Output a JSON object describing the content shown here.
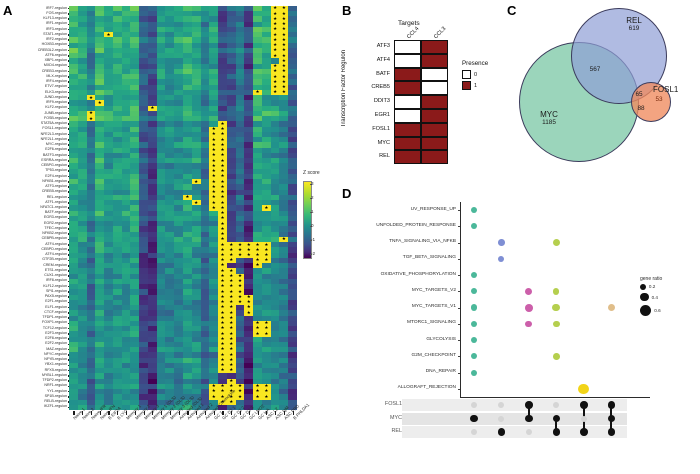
{
  "figure": {
    "panels": [
      "A",
      "B",
      "C",
      "D"
    ]
  },
  "panelA": {
    "letter": "A",
    "row_labels": [
      "IRF7-regulon",
      "FOS-regulon",
      "KLF13-regulon",
      "IRF1-regulon",
      "IRF3-regulon",
      "STAT1-regulon",
      "IRF2-regulon",
      "HOXB3-regulon",
      "CREB3L2-regulon",
      "ATF6-regulon",
      "XBP1-regulon",
      "MXD4-regulon",
      "CREB3-regulon",
      "MLX-regulon",
      "IRF4-regulon",
      "ETV7-regulon",
      "ELK3-regulon",
      "JUND-regulon",
      "IRF9-regulon",
      "KLF2-regulon",
      "JUNB-regulon",
      "FOSB-regulon",
      "STAT5A-regulon",
      "FOSL1-regulon",
      "NFE2L3-regulon",
      "NFE2L1-regulon",
      "MYC-regulon",
      "E2F6-regulon",
      "BATF3-regulon",
      "ESRRA-regulon",
      "CEBPG-regulon",
      "TP53-regulon",
      "E2F4-regulon",
      "NFKB1-regulon",
      "ATF3-regulon",
      "CREB5-regulon",
      "REL-regulon",
      "ATF1-regulon",
      "NFATC1-regulon",
      "BATF-regulon",
      "EGR3-regulon",
      "EGR2-regulon",
      "TFEC-regulon",
      "NFKB2-regulon",
      "CEBPB-regulon",
      "ATF4-regulon",
      "CEBPD-regulon",
      "ATF4-regulon",
      "GTF2B-regulon",
      "CREM-regulon",
      "ETS1-regulon",
      "CUX1-regulon",
      "IRF8-regulon",
      "KLF12-regulon",
      "SPI1-regulon",
      "PAX5-regulon",
      "E2F1-regulon",
      "ELF1-regulon",
      "CTCF-regulon",
      "TFDP1-regulon",
      "FOXP1-regulon",
      "TCF12-regulon",
      "E2F3-regulon",
      "E2F8-regulon",
      "E2F2-regulon",
      "MAZ-regulon",
      "NFYC-regulon",
      "NFYB-regulon",
      "YBX1-regulon",
      "RFX5-regulon",
      "MYBL1-regulon",
      "TFDP2-regulon",
      "NRF1-regulon",
      "YY1-regulon",
      "SP1B-regulon",
      "RELB-regulon",
      "IKZF1-regulon"
    ],
    "column_labels": [
      "Naive 1",
      "Naive 2",
      "Naive IFR",
      "Naive IFN",
      "B EIF2A",
      "B LYO",
      "Memory 1",
      "Memory 2",
      "Memory 3",
      "Memory 1 (DLS)",
      "Memory 2 (DLS)",
      "Memory 3 (DLS)",
      "Activated (DLS)",
      "Activated 1",
      "Activated 2",
      "Activated Chemokine",
      "GC 1",
      "GC DZ 1",
      "GC DZ 2",
      "GC DZ 3",
      "GC LMO2",
      "GC IgA",
      "ASC LZ",
      "ASC IgM",
      "ASC PRD",
      "B PHLDA1"
    ],
    "legend": {
      "title": "Z score",
      "ticks": [
        "3",
        "2",
        "1",
        "0",
        "-1",
        "-2"
      ],
      "max": 3,
      "min": -2,
      "colors_high_to_low": [
        "#f9e721",
        "#addc30",
        "#6ece58",
        "#35b779",
        "#22908c",
        "#2c718e",
        "#3b528b",
        "#472d7b",
        "#440154"
      ]
    },
    "star_marker": "★",
    "highlight_color": "#f9e721"
  },
  "panelB": {
    "letter": "B",
    "axis_title_x": "Targets",
    "axis_title_y": "Transcription Factor Regulon",
    "columns": [
      "CCL4",
      "CCL3"
    ],
    "rows": [
      "ATF3",
      "ATF4",
      "BATF",
      "CREB5",
      "DDIT3",
      "EGR1",
      "FOSL1",
      "MYC",
      "REL"
    ],
    "matrix": [
      [
        0,
        1
      ],
      [
        0,
        1
      ],
      [
        1,
        0
      ],
      [
        1,
        0
      ],
      [
        0,
        1
      ],
      [
        0,
        1
      ],
      [
        1,
        1
      ],
      [
        1,
        1
      ],
      [
        1,
        1
      ]
    ],
    "legend": {
      "title": "Presence",
      "entries": [
        {
          "label": "0",
          "color": "#ffffff"
        },
        {
          "label": "1",
          "color": "#8b1a1a"
        }
      ]
    },
    "color_absent": "#ffffff",
    "color_present": "#8b1a1a"
  },
  "panelC": {
    "letter": "C",
    "sets": [
      {
        "name": "REL",
        "count": "619",
        "color": "#8e9ed6"
      },
      {
        "name": "MYC",
        "count": "1185",
        "color": "#7fc9a8"
      },
      {
        "name": "FOSL1",
        "count": "",
        "color": "#f08a5d"
      }
    ],
    "intersections": [
      {
        "label": "567",
        "sets": [
          "REL",
          "MYC"
        ]
      },
      {
        "label": "65",
        "sets": [
          "REL",
          "MYC",
          "FOSL1"
        ]
      },
      {
        "label": "88",
        "sets": [
          "MYC",
          "FOSL1"
        ]
      },
      {
        "label": "53",
        "sets": [
          "FOSL1"
        ]
      }
    ]
  },
  "panelD": {
    "letter": "D",
    "pathways": [
      "UV_RESPONSE_UP",
      "UNFOLDED_PROTEIN_RESPONSE",
      "TNFA_SIGNALING_VIA_NFKB",
      "TGF_BETA_SIGNALING",
      "OXIDATIVE_PHOSPHORYLATION",
      "MYC_TARGETS_V2",
      "MYC_TARGETS_V1",
      "MTORC1_SIGNALING",
      "GLYCOLYSIS",
      "G2M_CHECKPOINT",
      "DNA_REPAIR",
      "ALLOGRAFT_REJECTION"
    ],
    "set_rows": [
      "FOSL1",
      "MYC",
      "REL"
    ],
    "combinations": [
      {
        "members": [
          "MYC"
        ]
      },
      {
        "members": [
          "REL"
        ]
      },
      {
        "members": [
          "FOSL1",
          "MYC"
        ]
      },
      {
        "members": [
          "MYC",
          "REL"
        ]
      },
      {
        "members": [
          "FOSL1",
          "REL"
        ]
      },
      {
        "members": [
          "FOSL1",
          "MYC",
          "REL"
        ]
      }
    ],
    "dots": [
      {
        "col": 0,
        "pathway": "UV_RESPONSE_UP",
        "ratio": 0.2,
        "color": "#4bb89a"
      },
      {
        "col": 0,
        "pathway": "UNFOLDED_PROTEIN_RESPONSE",
        "ratio": 0.2,
        "color": "#4bb89a"
      },
      {
        "col": 0,
        "pathway": "OXIDATIVE_PHOSPHORYLATION",
        "ratio": 0.22,
        "color": "#4bb89a"
      },
      {
        "col": 0,
        "pathway": "MYC_TARGETS_V2",
        "ratio": 0.2,
        "color": "#4bb89a"
      },
      {
        "col": 0,
        "pathway": "MYC_TARGETS_V1",
        "ratio": 0.24,
        "color": "#4bb89a"
      },
      {
        "col": 0,
        "pathway": "MTORC1_SIGNALING",
        "ratio": 0.22,
        "color": "#4bb89a"
      },
      {
        "col": 0,
        "pathway": "GLYCOLYSIS",
        "ratio": 0.2,
        "color": "#4bb89a"
      },
      {
        "col": 0,
        "pathway": "G2M_CHECKPOINT",
        "ratio": 0.2,
        "color": "#4bb89a"
      },
      {
        "col": 0,
        "pathway": "DNA_REPAIR",
        "ratio": 0.2,
        "color": "#4bb89a"
      },
      {
        "col": 1,
        "pathway": "TNFA_SIGNALING_VIA_NFKB",
        "ratio": 0.25,
        "color": "#7f8fd4"
      },
      {
        "col": 1,
        "pathway": "TGF_BETA_SIGNALING",
        "ratio": 0.2,
        "color": "#7f8fd4"
      },
      {
        "col": 2,
        "pathway": "MYC_TARGETS_V2",
        "ratio": 0.3,
        "color": "#cc5faa"
      },
      {
        "col": 2,
        "pathway": "MYC_TARGETS_V1",
        "ratio": 0.34,
        "color": "#cc5faa"
      },
      {
        "col": 2,
        "pathway": "MTORC1_SIGNALING",
        "ratio": 0.26,
        "color": "#cc5faa"
      },
      {
        "col": 3,
        "pathway": "TNFA_SIGNALING_VIA_NFKB",
        "ratio": 0.3,
        "color": "#b5cf4e"
      },
      {
        "col": 3,
        "pathway": "MYC_TARGETS_V2",
        "ratio": 0.24,
        "color": "#b5cf4e"
      },
      {
        "col": 3,
        "pathway": "MYC_TARGETS_V1",
        "ratio": 0.32,
        "color": "#b5cf4e"
      },
      {
        "col": 3,
        "pathway": "MTORC1_SIGNALING",
        "ratio": 0.26,
        "color": "#b5cf4e"
      },
      {
        "col": 3,
        "pathway": "G2M_CHECKPOINT",
        "ratio": 0.26,
        "color": "#b5cf4e"
      },
      {
        "col": 4,
        "pathway": "ALLOGRAFT_REJECTION",
        "ratio": 0.55,
        "color": "#f2d418"
      },
      {
        "col": 5,
        "pathway": "MYC_TARGETS_V1",
        "ratio": 0.3,
        "color": "#e0be8a"
      }
    ],
    "legend": {
      "title": "gene ratio",
      "sizes": [
        {
          "label": "0.2",
          "value": 0.2
        },
        {
          "label": "0.4",
          "value": 0.4
        },
        {
          "label": "0.6",
          "value": 0.6
        }
      ]
    }
  }
}
